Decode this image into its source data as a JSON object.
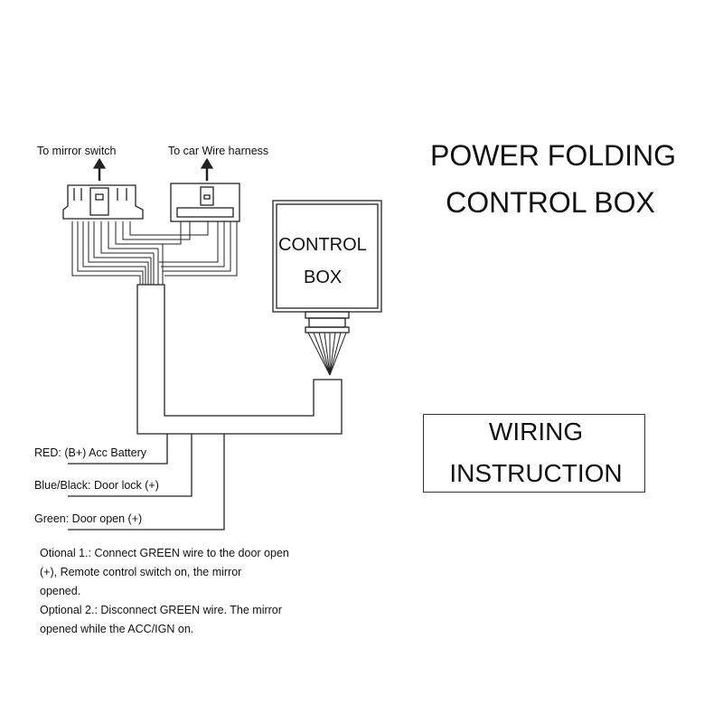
{
  "diagram": {
    "labels": {
      "mirror_switch": "To mirror switch",
      "car_harness": "To car Wire harness",
      "control_box_line1": "CONTROL",
      "control_box_line2": "BOX"
    },
    "title": {
      "line1": "POWER FOLDING",
      "line2": "CONTROL BOX"
    },
    "wiring_box": {
      "line1": "WIRING",
      "line2": "INSTRUCTION"
    },
    "wires": [
      {
        "label": "RED: (B+) Acc Battery"
      },
      {
        "label": "Blue/Black: Door lock (+)"
      },
      {
        "label": "Green: Door open (+)"
      }
    ],
    "notes": [
      "Otional 1.: Connect GREEN wire to the door open",
      "(+), Remote control switch on, the mirror",
      "opened.",
      "Optional 2.: Disconnect GREEN wire. The mirror",
      "opened while the ACC/IGN on."
    ]
  }
}
